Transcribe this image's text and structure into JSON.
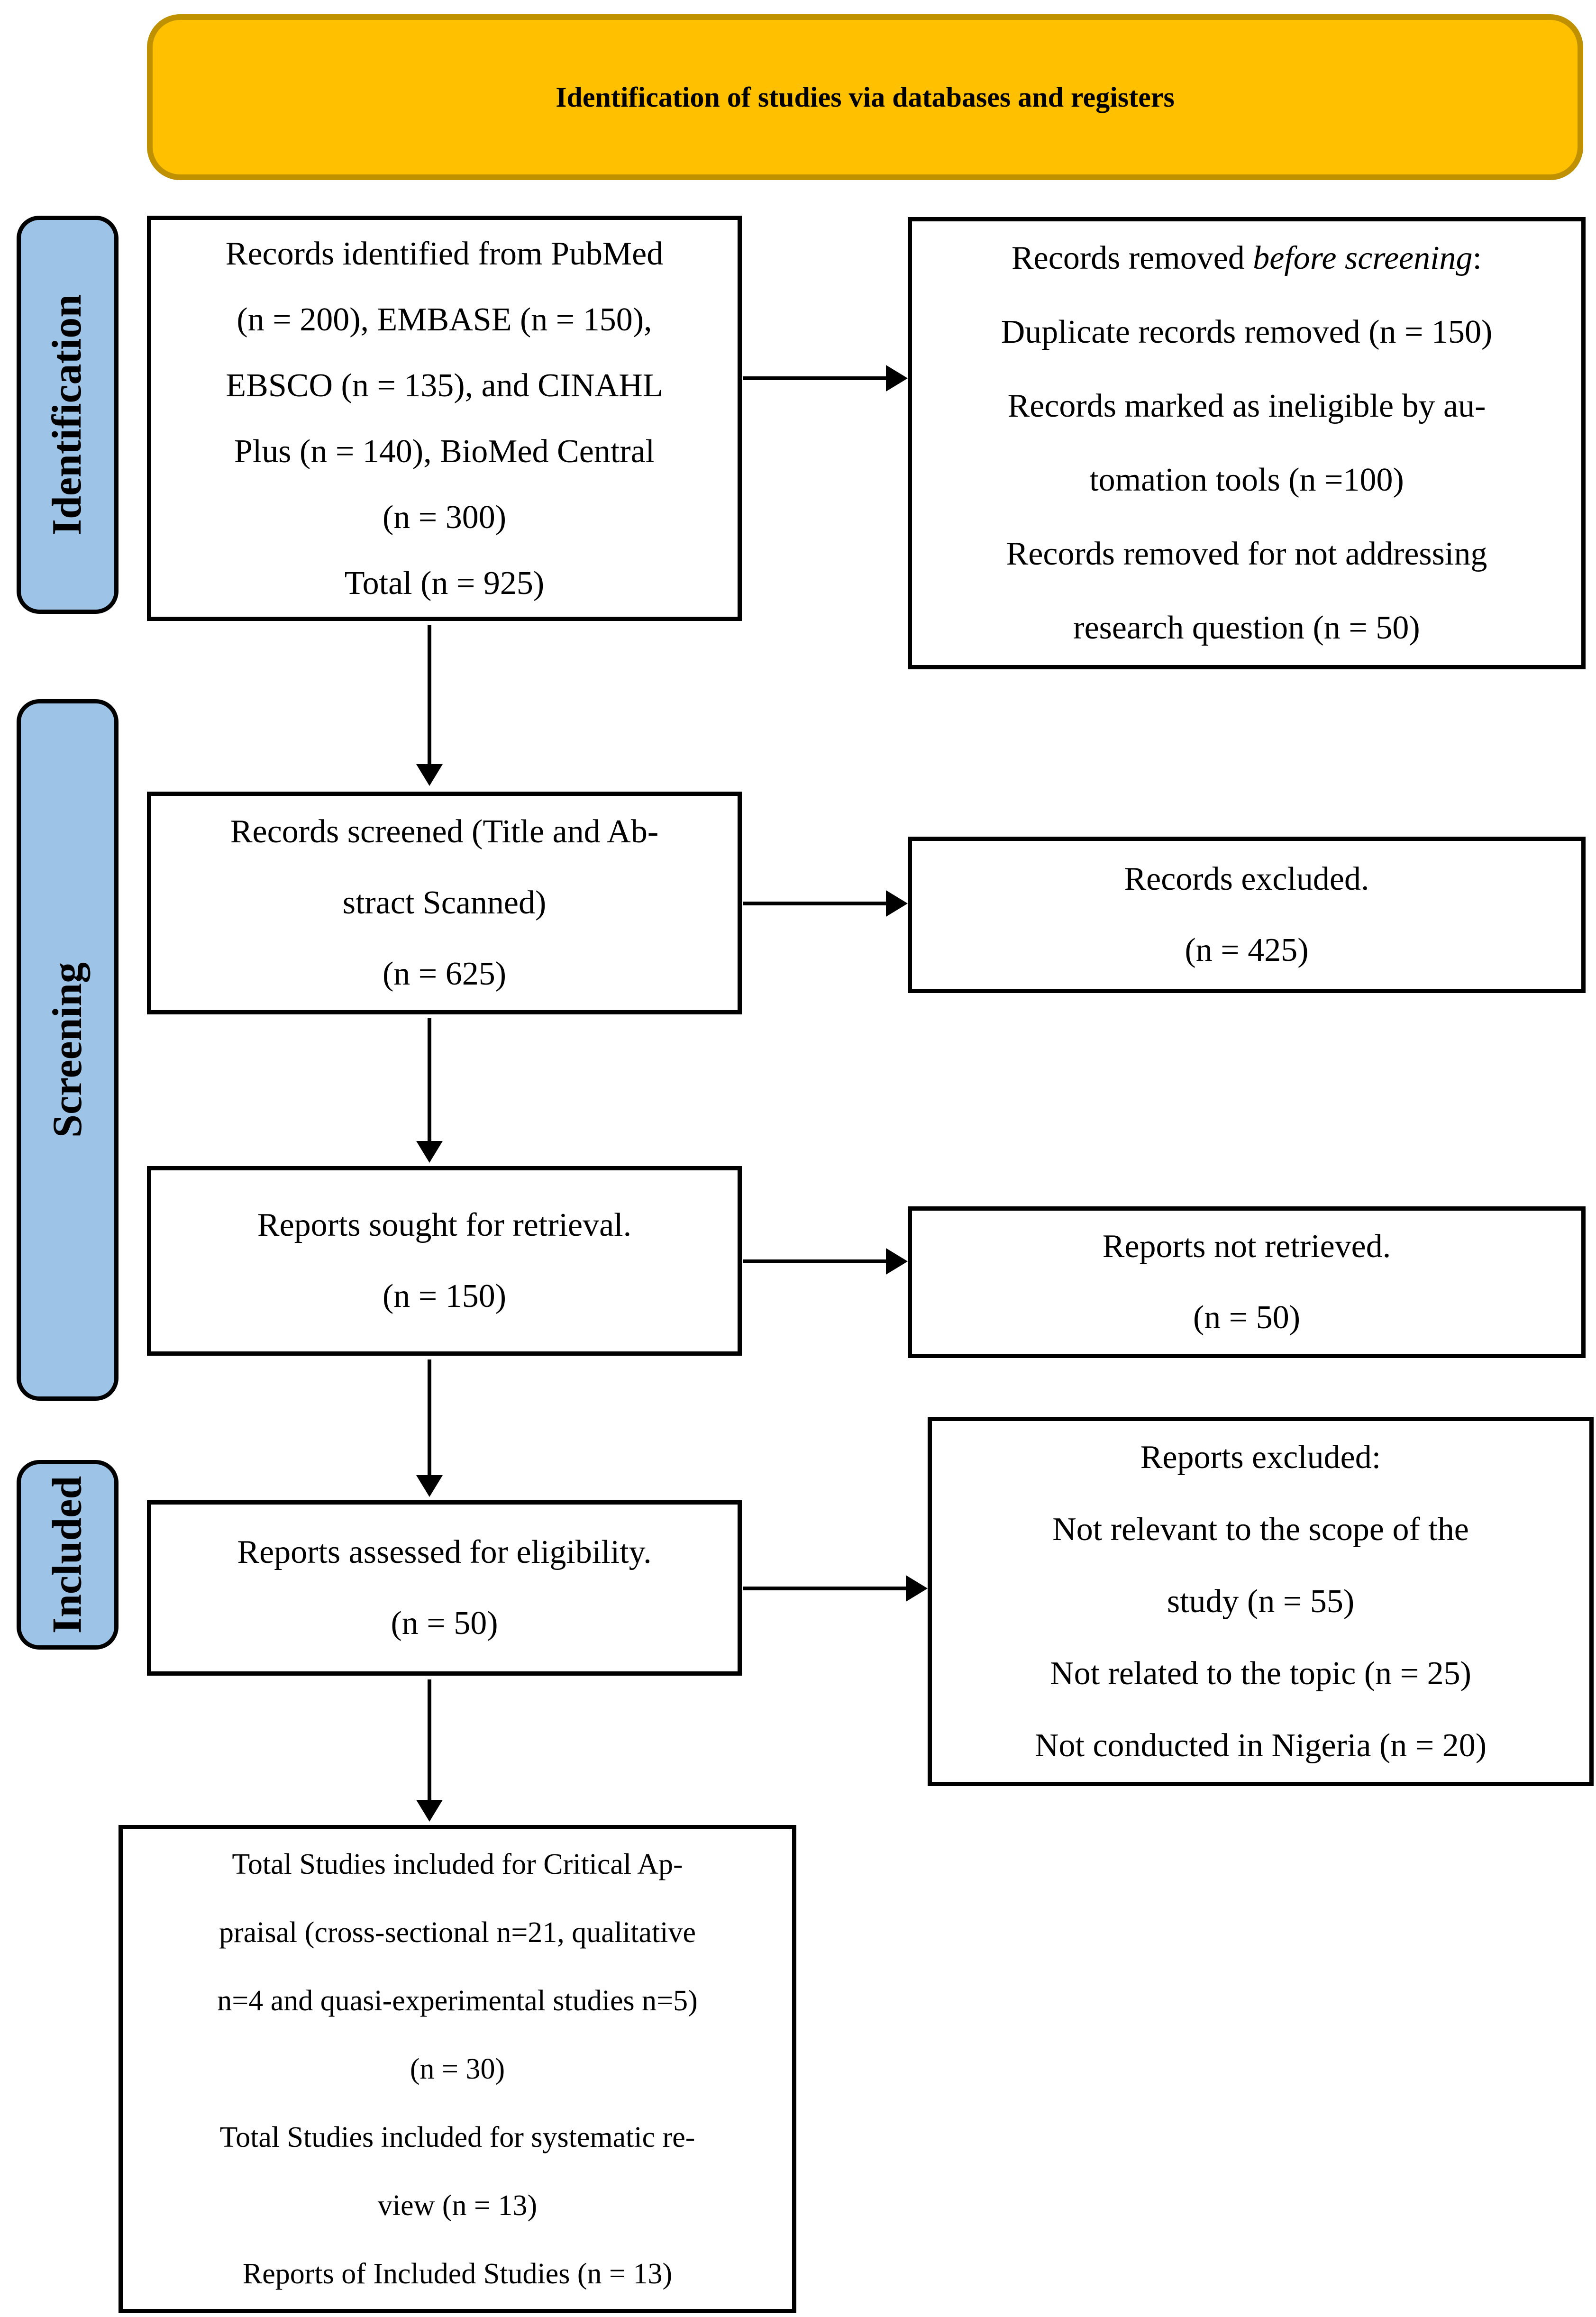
{
  "header": {
    "title": "Identification of studies via databases and registers"
  },
  "sidebar": {
    "identification_label": "Identification",
    "screening_label": "Screening",
    "included_label": "Included"
  },
  "flow": {
    "records_identified": {
      "lines": [
        "Records identified from PubMed",
        "(n = 200), EMBASE (n = 150),",
        "EBSCO (n = 135), and CINAHL",
        "Plus (n = 140), BioMed Central",
        "(n = 300)",
        "Total (n = 925)"
      ]
    },
    "records_removed": {
      "line1_prefix": "Records removed ",
      "line1_italic": "before screening",
      "line1_suffix": ":",
      "lines": [
        "Duplicate records removed (n = 150)",
        "Records marked as ineligible by au-",
        "tomation tools (n =100)",
        "Records removed for not addressing",
        "research question (n = 50)"
      ]
    },
    "records_screened": {
      "lines": [
        "Records screened (Title and Ab-",
        "stract Scanned)",
        "(n = 625)"
      ]
    },
    "records_excluded": {
      "lines": [
        "Records excluded.",
        "(n = 425)"
      ]
    },
    "reports_sought": {
      "lines": [
        "Reports sought for retrieval.",
        "(n = 150)"
      ]
    },
    "reports_not_retrieved": {
      "lines": [
        "Reports not retrieved.",
        "(n = 50)"
      ]
    },
    "reports_assessed": {
      "lines": [
        "Reports assessed for eligibility.",
        "(n = 50)"
      ]
    },
    "reports_excluded": {
      "lines": [
        "Reports excluded:",
        "Not relevant to the scope of the",
        "study (n = 55)",
        "Not related to the topic (n = 25)",
        "Not conducted in Nigeria (n = 20)"
      ]
    },
    "studies_included": {
      "lines": [
        "Total Studies included for Critical Ap-",
        "praisal (cross-sectional n=21, qualitative",
        "n=4 and quasi-experimental studies n=5)",
        "(n = 30)",
        "Total Studies included for systematic re-",
        "view (n = 13)",
        "Reports of Included Studies (n = 13)"
      ]
    }
  },
  "colors": {
    "header_fill": "#FFC000",
    "header_border": "#BF9000",
    "sidebar_fill": "#9DC3E6",
    "box_border": "#000000",
    "background": "#FFFFFF",
    "text": "#000000"
  }
}
